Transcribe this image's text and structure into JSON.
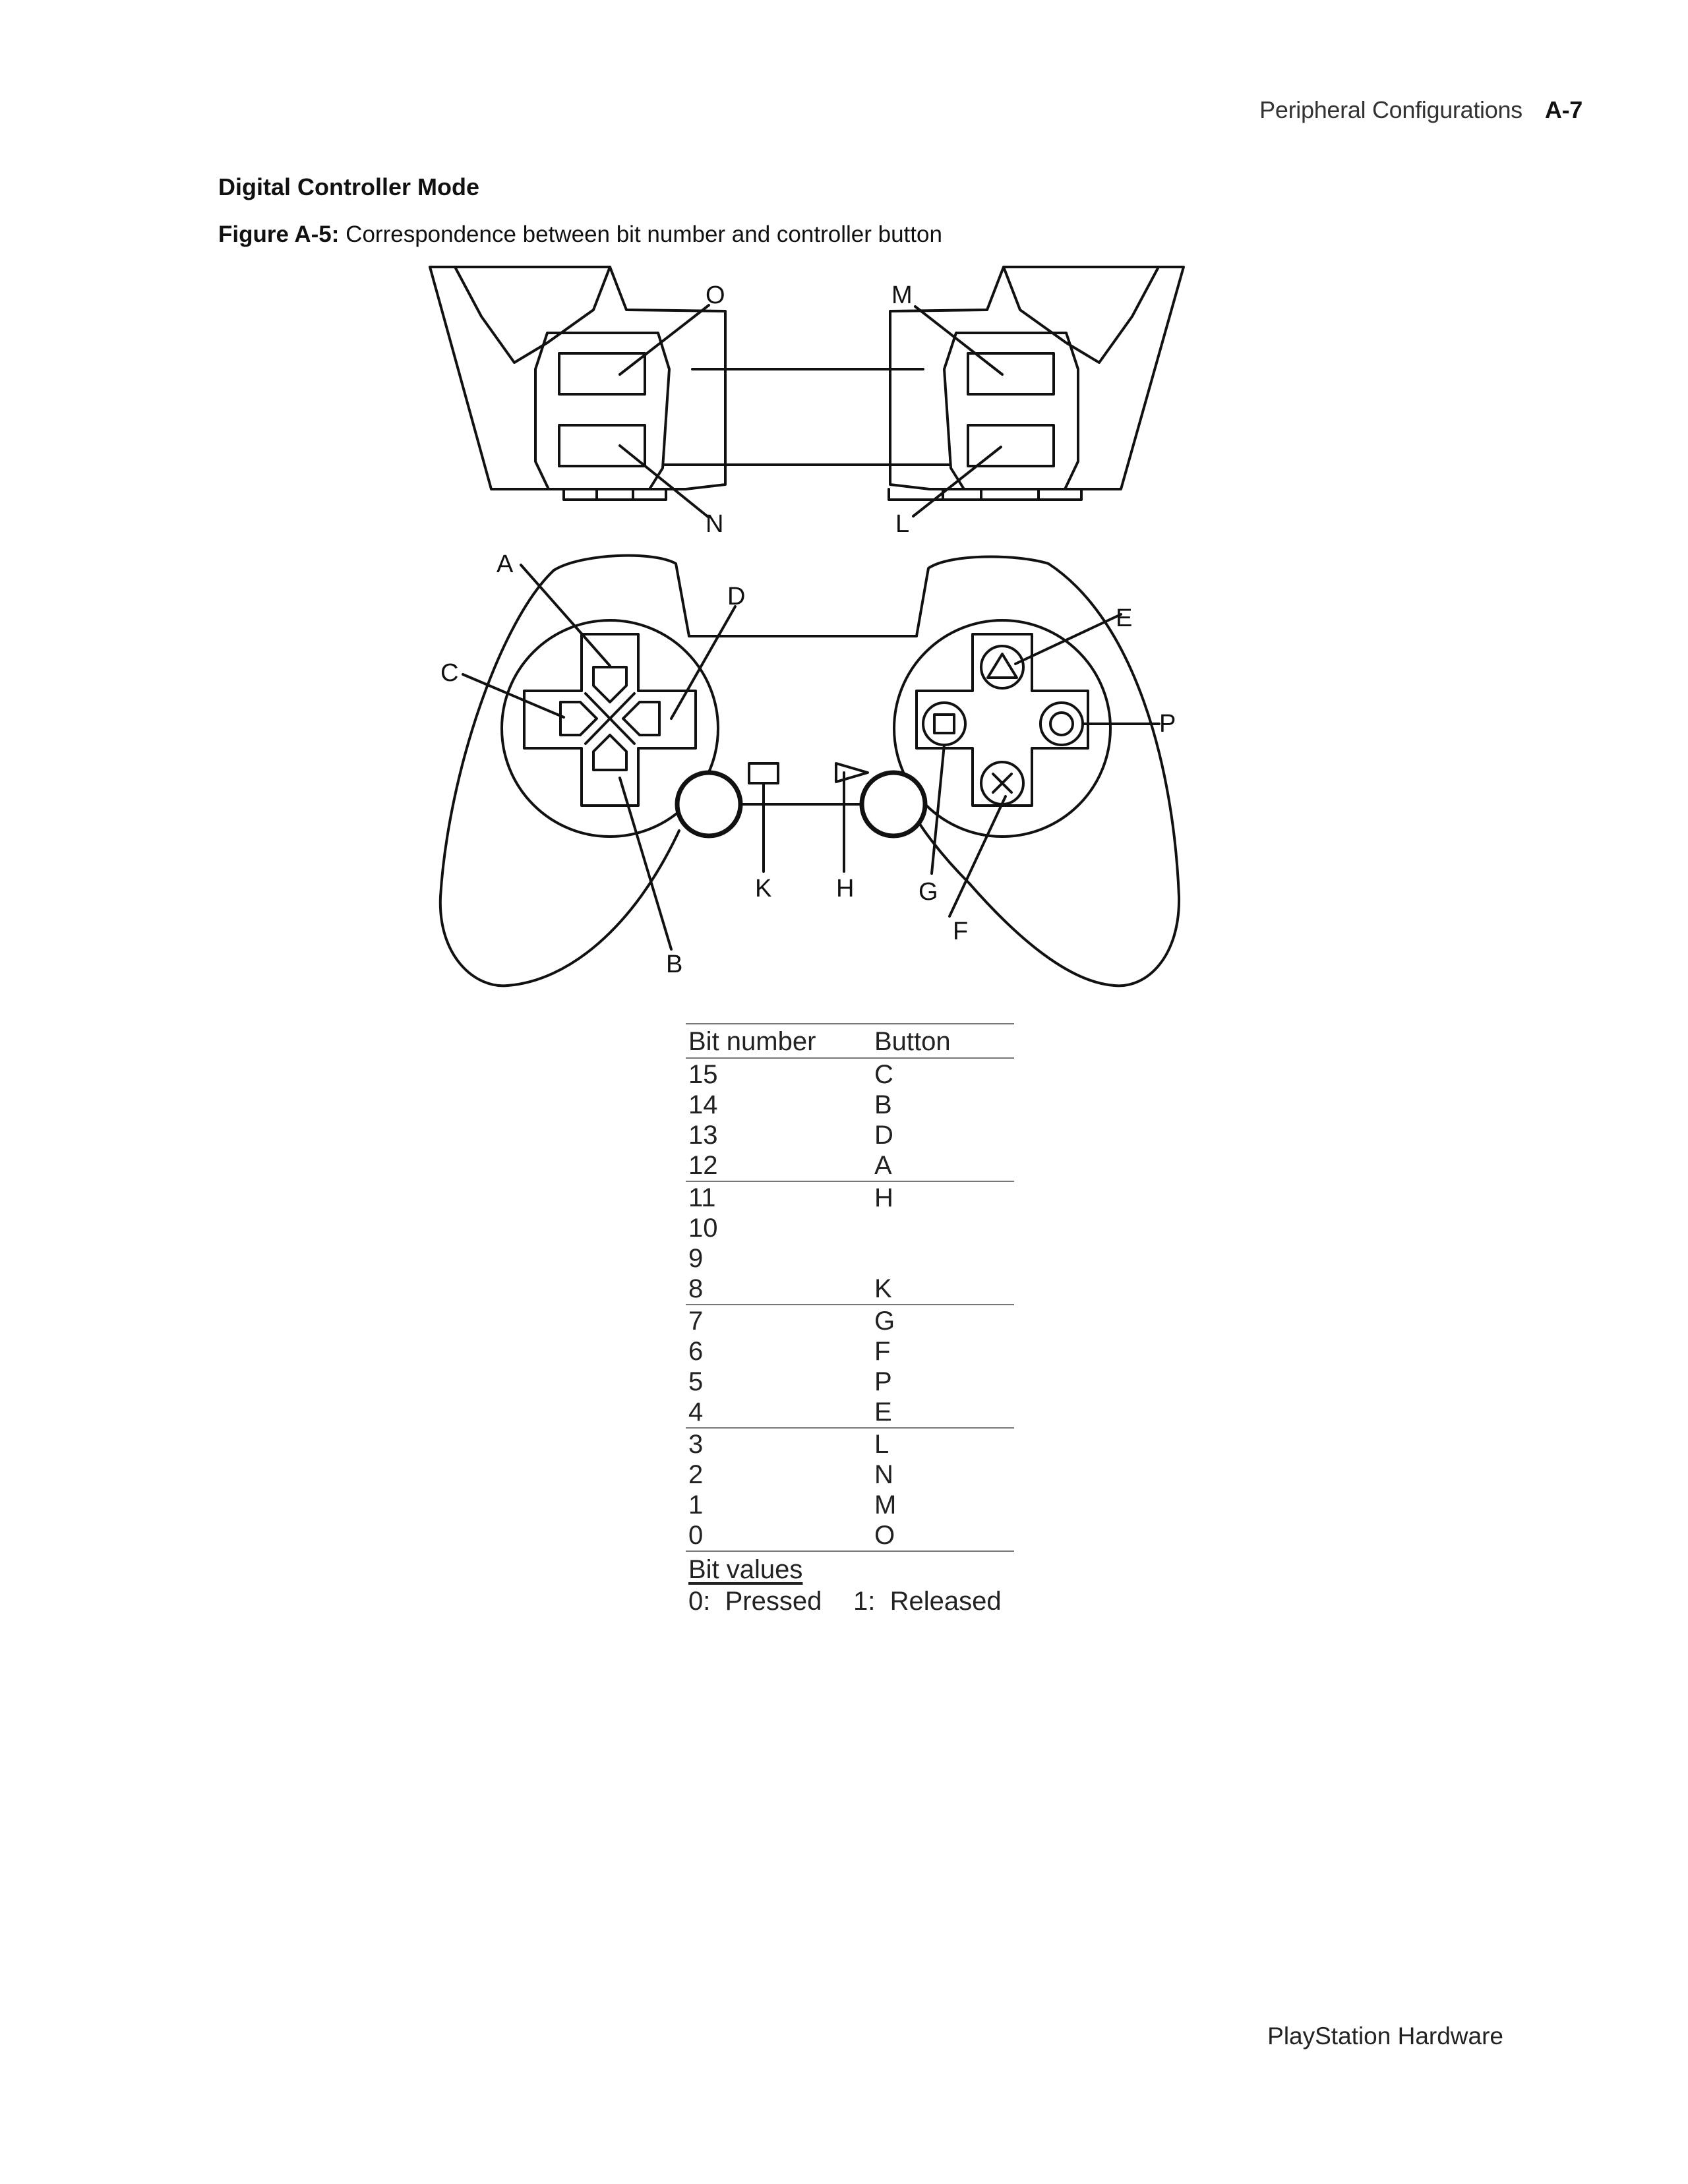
{
  "header": {
    "section": "Peripheral Configurations",
    "page_number": "A-7"
  },
  "heading": "Digital Controller Mode",
  "figure": {
    "label": "Figure A-5:",
    "caption": "Correspondence between bit number and controller button",
    "callouts": [
      "A",
      "B",
      "C",
      "D",
      "E",
      "F",
      "G",
      "H",
      "K",
      "L",
      "M",
      "N",
      "O",
      "P"
    ]
  },
  "table": {
    "headers": {
      "bit": "Bit number",
      "button": "Button"
    },
    "groups": [
      [
        {
          "bit": "15",
          "button": "C"
        },
        {
          "bit": "14",
          "button": "B"
        },
        {
          "bit": "13",
          "button": "D"
        },
        {
          "bit": "12",
          "button": "A"
        }
      ],
      [
        {
          "bit": "11",
          "button": "H"
        },
        {
          "bit": "10",
          "button": ""
        },
        {
          "bit": "9",
          "button": ""
        },
        {
          "bit": "8",
          "button": "K"
        }
      ],
      [
        {
          "bit": "7",
          "button": "G"
        },
        {
          "bit": "6",
          "button": "F"
        },
        {
          "bit": "5",
          "button": "P"
        },
        {
          "bit": "4",
          "button": "E"
        }
      ],
      [
        {
          "bit": "3",
          "button": "L"
        },
        {
          "bit": "2",
          "button": "N"
        },
        {
          "bit": "1",
          "button": "M"
        },
        {
          "bit": "0",
          "button": "O"
        }
      ]
    ],
    "bit_values": {
      "title": "Bit values",
      "zero": "0:  Pressed",
      "one": "1:  Released"
    }
  },
  "footer": "PlayStation Hardware"
}
